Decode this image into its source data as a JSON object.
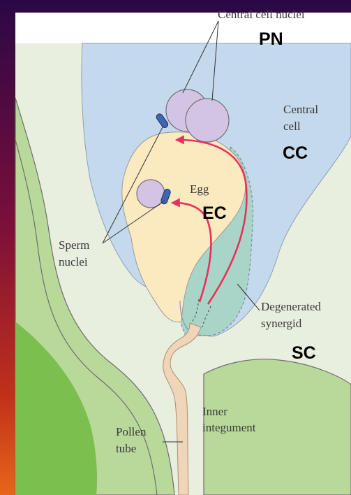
{
  "labels": {
    "central_cell_nuclei": "Central cell nuclei",
    "pn": "PN",
    "central": "Central",
    "cell": "cell",
    "cc": "CC",
    "egg": "Egg",
    "ec": "EC",
    "sperm": "Sperm",
    "nuclei": "nuclei",
    "degenerated": "Degenerated",
    "synergid": "synergid",
    "sc": "SC",
    "inner": "Inner",
    "integument": "integument",
    "pollen": "Pollen",
    "tube": "tube"
  },
  "colors": {
    "frame_gradient": [
      "#2a0845",
      "#7a0f3a",
      "#c2301a",
      "#e8651a"
    ],
    "background": "#e8efde",
    "central_cell": "#c5d9ec",
    "integument": "#b9d99a",
    "outer_tissue": "#7bbf4f",
    "egg": "#fbe9bf",
    "synergid": "#a9d5c9",
    "nucleus": "#d4c4e4",
    "sperm": "#3f66b0",
    "pollen_tube": "#f0d5b8",
    "arrow": "#e8305a"
  }
}
